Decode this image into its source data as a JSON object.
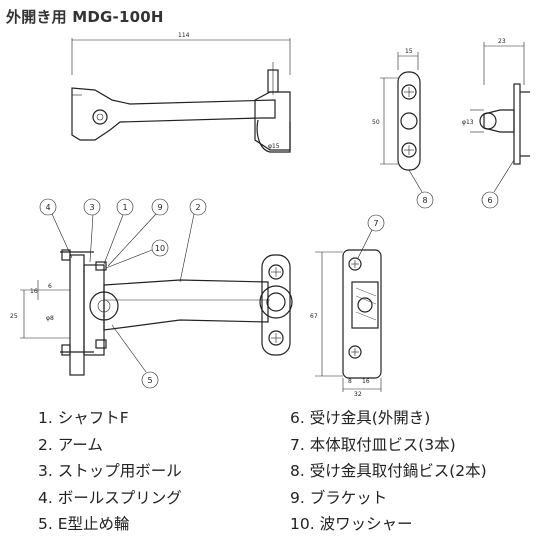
{
  "title": "外開き用 MDG-100H",
  "dimensions": {
    "d114": "114",
    "d15": "15",
    "d23": "23",
    "d50": "50",
    "d13": "φ13",
    "d15b": "φ15",
    "d25": "25",
    "d16": "16",
    "d6": "6",
    "d8": "φ8",
    "d67": "67",
    "d32": "32",
    "d8b": "8",
    "d16b": "16"
  },
  "callouts": [
    "1",
    "2",
    "3",
    "4",
    "5",
    "6",
    "7",
    "8",
    "9",
    "10"
  ],
  "parts_left": [
    {
      "num": "1.",
      "name": "シャフトF"
    },
    {
      "num": "2.",
      "name": "アーム"
    },
    {
      "num": "3.",
      "name": "ストップ用ボール"
    },
    {
      "num": "4.",
      "name": "ボールスプリング"
    },
    {
      "num": "5.",
      "name": "E型止め輪"
    }
  ],
  "parts_right": [
    {
      "num": "6.",
      "name": "受け金具(外開き)"
    },
    {
      "num": "7.",
      "name": "本体取付皿ビス(3本)"
    },
    {
      "num": "8.",
      "name": "受け金具取付鍋ビス(2本)"
    },
    {
      "num": "9.",
      "name": "ブラケット"
    },
    {
      "num": "10.",
      "name": "波ワッシャー"
    }
  ]
}
